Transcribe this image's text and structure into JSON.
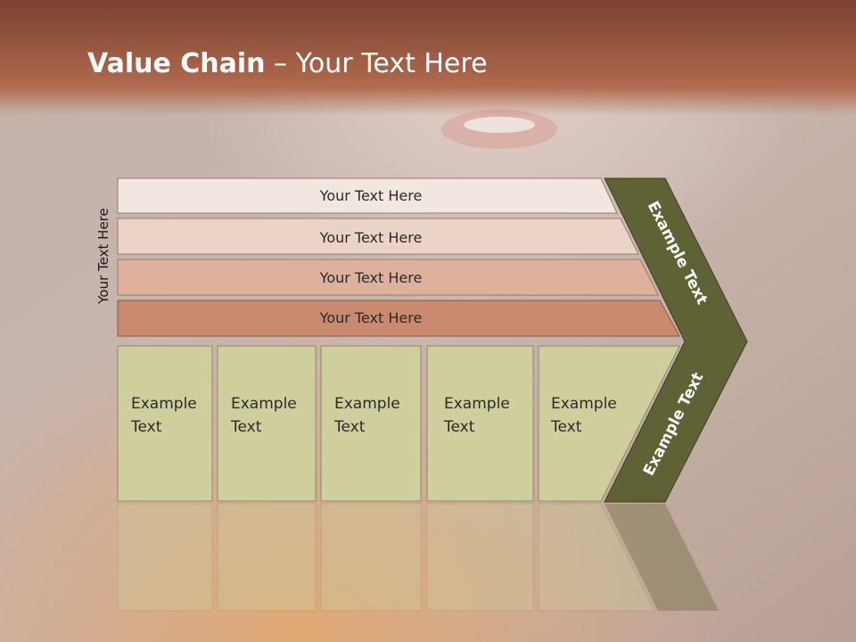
{
  "slide": {
    "title_bold": "Value Chain",
    "title_rest": " – Your Text Here",
    "side_label": "Your Text Here"
  },
  "rows": [
    {
      "label": "Your Text Here",
      "color": "#f2e6e1"
    },
    {
      "label": "Your Text Here",
      "color": "#ecd3c7"
    },
    {
      "label": "Your Text Here",
      "color": "#deb09e"
    },
    {
      "label": "Your Text Here",
      "color": "#c98a70"
    }
  ],
  "cells": [
    {
      "line1": "Example",
      "line2": "Text"
    },
    {
      "line1": "Example",
      "line2": "Text"
    },
    {
      "line1": "Example",
      "line2": "Text"
    },
    {
      "line1": "Example",
      "line2": "Text"
    },
    {
      "line1": "Example",
      "line2": "Text"
    }
  ],
  "chevron": {
    "upper_label": "Example Text",
    "lower_label": "Example Text",
    "color": "#5f6234"
  },
  "colors": {
    "header": "#9a5640",
    "cell_fill": "#cfcf9e",
    "cell_border": "#8d8a6a"
  }
}
